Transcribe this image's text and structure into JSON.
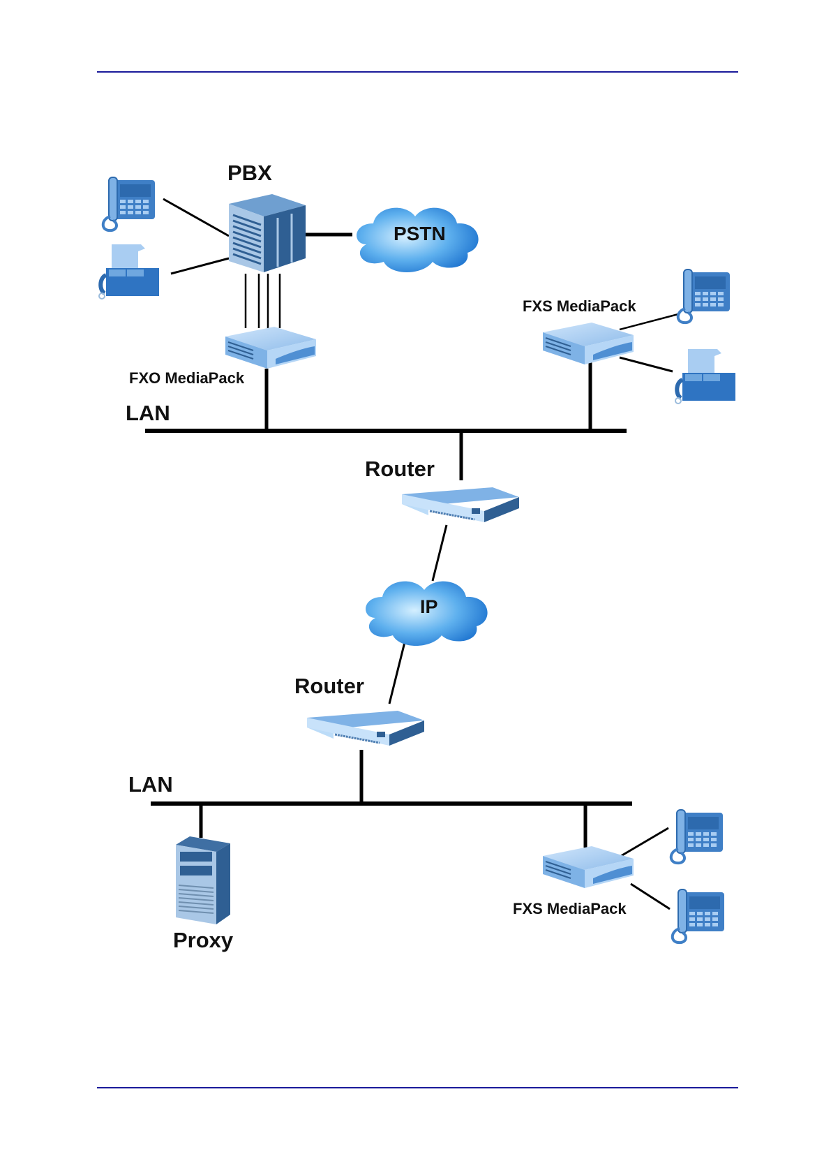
{
  "page": {
    "header_rule_color": "#1a1a9a",
    "footer_rule_color": "#1a1a9a"
  },
  "diagram": {
    "title": "",
    "labels": {
      "pbx": "PBX",
      "pstn": "PSTN",
      "fxo_mediapack": "FXO MediaPack",
      "fxs_mediapack_top": "FXS MediaPack",
      "lan_top": "LAN",
      "router_top": "Router",
      "ip": "IP",
      "router_bottom": "Router",
      "lan_bottom": "LAN",
      "proxy": "Proxy",
      "fxs_mediapack_bottom": "FXS MediaPack"
    },
    "nodes": [
      {
        "id": "phone-pbx",
        "type": "phone-icon"
      },
      {
        "id": "fax-pbx",
        "type": "fax-icon"
      },
      {
        "id": "pbx",
        "type": "pbx-icon"
      },
      {
        "id": "pstn",
        "type": "cloud-icon"
      },
      {
        "id": "fxo-mediapack",
        "type": "gateway-icon"
      },
      {
        "id": "fxs-mediapack-top",
        "type": "gateway-icon"
      },
      {
        "id": "phone-fxs-top",
        "type": "phone-icon"
      },
      {
        "id": "fax-fxs-top",
        "type": "fax-icon"
      },
      {
        "id": "router-top",
        "type": "router-icon"
      },
      {
        "id": "ip-cloud",
        "type": "cloud-icon"
      },
      {
        "id": "router-bottom",
        "type": "router-icon"
      },
      {
        "id": "proxy",
        "type": "server-icon"
      },
      {
        "id": "fxs-mediapack-bottom",
        "type": "gateway-icon"
      },
      {
        "id": "phone-fxs-bottom-1",
        "type": "phone-icon"
      },
      {
        "id": "phone-fxs-bottom-2",
        "type": "phone-icon"
      }
    ],
    "edges": [
      [
        "phone-pbx",
        "pbx"
      ],
      [
        "fax-pbx",
        "pbx"
      ],
      [
        "pbx",
        "pstn"
      ],
      [
        "pbx",
        "fxo-mediapack"
      ],
      [
        "fxo-mediapack",
        "lan-top"
      ],
      [
        "fxs-mediapack-top",
        "lan-top"
      ],
      [
        "fxs-mediapack-top",
        "phone-fxs-top"
      ],
      [
        "fxs-mediapack-top",
        "fax-fxs-top"
      ],
      [
        "router-top",
        "lan-top"
      ],
      [
        "router-top",
        "ip-cloud"
      ],
      [
        "ip-cloud",
        "router-bottom"
      ],
      [
        "router-bottom",
        "lan-bottom"
      ],
      [
        "proxy",
        "lan-bottom"
      ],
      [
        "fxs-mediapack-bottom",
        "lan-bottom"
      ],
      [
        "fxs-mediapack-bottom",
        "phone-fxs-bottom-1"
      ],
      [
        "fxs-mediapack-bottom",
        "phone-fxs-bottom-2"
      ]
    ],
    "colors": {
      "device_light": "#a9cdf2",
      "device_mid": "#6fa7df",
      "device_dark": "#2f5f93",
      "cloud_light": "#bfe4fb",
      "cloud_dark": "#1e78d4",
      "line": "#000000"
    }
  }
}
